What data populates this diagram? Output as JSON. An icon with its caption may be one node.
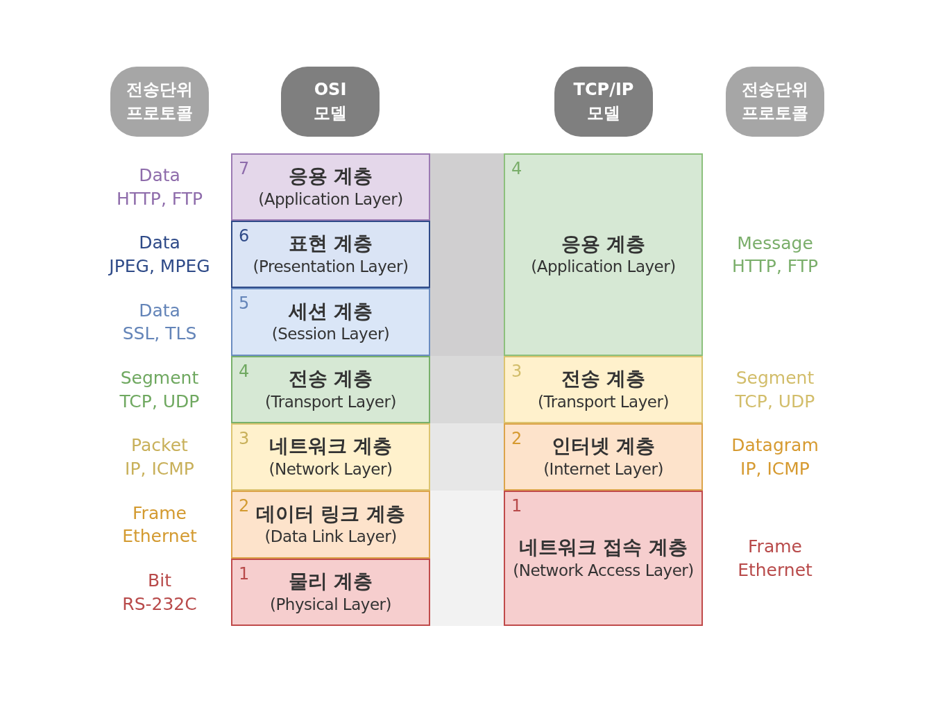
{
  "diagram": {
    "nodes": [
      {
        "text": [
          "전송단위 프로토콜"
        ]
      },
      {
        "text": [
          "OSI 모델"
        ]
      },
      {
        "text": [
          "TCP/IP 모델"
        ]
      },
      {
        "text": [
          "전송단위 프로토콜"
        ]
      },
      {
        "text": [
          "7",
          "응용 계층",
          "(Application Layer)"
        ],
        "beside": [
          "Data",
          "HTTP, FTP"
        ]
      },
      {
        "text": [
          "6",
          "표현 계층",
          "(Presentation Layer)"
        ],
        "beside": [
          "Data",
          "JPEG, MPEG"
        ]
      },
      {
        "text": [
          "5",
          "세션 계층",
          "(Session Layer)"
        ],
        "beside": [
          "Data",
          "SSL, TLS"
        ]
      },
      {
        "text": [
          "4",
          "전송 계층",
          "(Transport Layer)"
        ],
        "beside": [
          "Segment",
          "TCP, UDP"
        ]
      },
      {
        "text": [
          "3",
          "네트워크 계층",
          "(Network Layer)"
        ],
        "beside": [
          "Packet",
          "IP, ICMP"
        ]
      },
      {
        "text": [
          "2",
          "데이터 링크 계층",
          "(Data Link Layer)"
        ],
        "beside": [
          "Frame",
          "Ethernet"
        ]
      },
      {
        "text": [
          "1",
          "물리 계층",
          "(Physical Layer)"
        ],
        "beside": [
          "Bit",
          "RS-232C"
        ]
      },
      {
        "text": [
          "4",
          "응용 계층",
          "(Application Layer)"
        ],
        "beside": [
          "Message",
          "HTTP, FTP"
        ]
      },
      {
        "text": [
          "3",
          "전송 계층",
          "(Transport Layer)"
        ],
        "beside": [
          "Segment",
          "TCP, UDP"
        ]
      },
      {
        "text": [
          "2",
          "인터넷 계층",
          "(Internet Layer)"
        ],
        "beside": [
          "Datagram",
          "IP, ICMP"
        ]
      },
      {
        "text": [
          "1",
          "네트워크 접속 계층",
          "(Network Access Layer)"
        ],
        "beside": [
          "Frame",
          "Ethernet"
        ]
      },
      {
        "text": [],
        "shape": "band"
      },
      {
        "text": [],
        "shape": "band"
      },
      {
        "text": [],
        "shape": "band"
      },
      {
        "text": [],
        "shape": "band"
      }
    ]
  }
}
